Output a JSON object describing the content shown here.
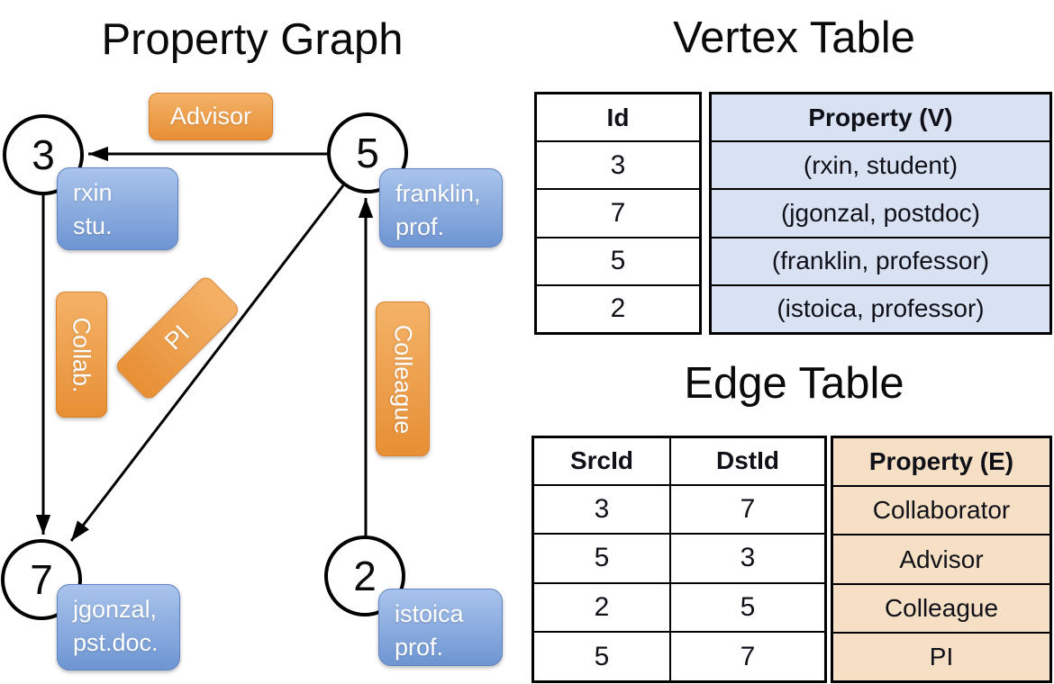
{
  "graph": {
    "title": "Property Graph",
    "nodes": [
      {
        "id": "3"
      },
      {
        "id": "5"
      },
      {
        "id": "7"
      },
      {
        "id": "2"
      }
    ],
    "vertex_labels": [
      {
        "line1": "rxin",
        "line2": "stu."
      },
      {
        "line1": "franklin,",
        "line2": "prof."
      },
      {
        "line1": "jgonzal,",
        "line2": "pst.doc."
      },
      {
        "line1": "istoica",
        "line2": "prof."
      }
    ],
    "edge_labels": {
      "advisor": "Advisor",
      "collab": "Collab.",
      "pi": "PI",
      "colleague": "Colleague"
    }
  },
  "vertex_table": {
    "title": "Vertex Table",
    "columns": [
      "Id",
      "Property (V)"
    ],
    "rows": [
      [
        "3",
        "(rxin, student)"
      ],
      [
        "7",
        "(jgonzal, postdoc)"
      ],
      [
        "5",
        "(franklin, professor)"
      ],
      [
        "2",
        "(istoica, professor)"
      ]
    ]
  },
  "edge_table": {
    "title": "Edge Table",
    "columns": [
      "SrcId",
      "DstId",
      "Property (E)"
    ],
    "rows": [
      [
        "3",
        "7",
        "Collaborator"
      ],
      [
        "5",
        "3",
        "Advisor"
      ],
      [
        "2",
        "5",
        "Colleague"
      ],
      [
        "5",
        "7",
        "PI"
      ]
    ]
  },
  "colors": {
    "orange_top": "#F4B267",
    "orange_bottom": "#E78F35",
    "orange_border": "#D9822C",
    "blue_top": "#A9C4EC",
    "blue_bottom": "#6E95D2",
    "blue_border": "#5F83C0",
    "vertex_fill": "#D9E2F3",
    "edge_fill": "#F6E0C5",
    "line_color": "#000000"
  }
}
